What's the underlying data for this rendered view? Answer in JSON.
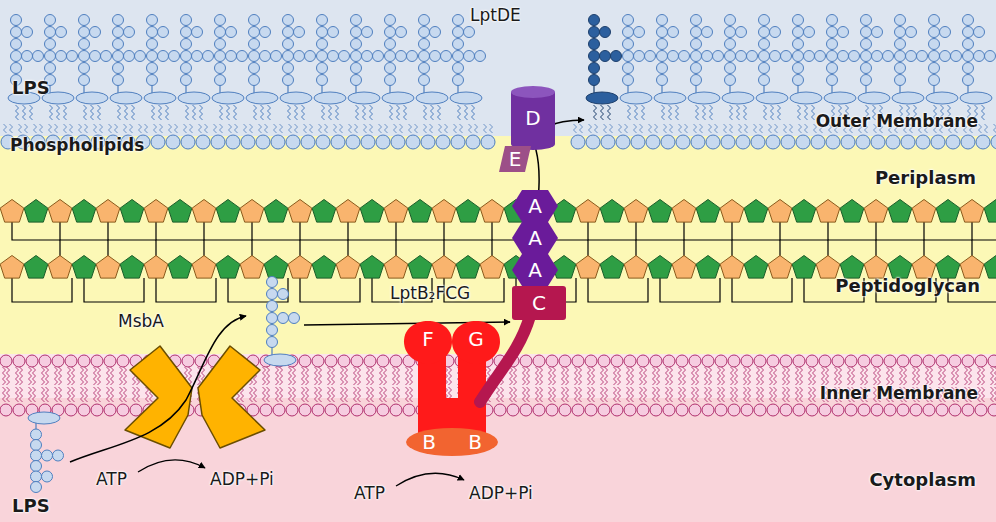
{
  "diagram": {
    "nodes": [
      {
        "text": [
          "D"
        ]
      },
      {
        "text": [
          "E"
        ]
      },
      {
        "text": [
          "A"
        ]
      },
      {
        "text": [
          "A"
        ]
      },
      {
        "text": [
          "A"
        ]
      },
      {
        "text": [
          "C"
        ]
      },
      {
        "text": [
          "F"
        ]
      },
      {
        "text": [
          "G"
        ]
      },
      {
        "text": [
          "B",
          "B"
        ]
      }
    ],
    "labels": [
      "LptDE",
      "LPS",
      "Outer Membrane",
      "Phospholipids",
      "Periplasm",
      "Peptidoglycan",
      "MsbA",
      "LptB₂FCG",
      "Inner Membrane",
      "Cytoplasm",
      "ATP",
      "ADP+Pi",
      "ATP",
      "ADP+Pi",
      "LPS"
    ]
  }
}
